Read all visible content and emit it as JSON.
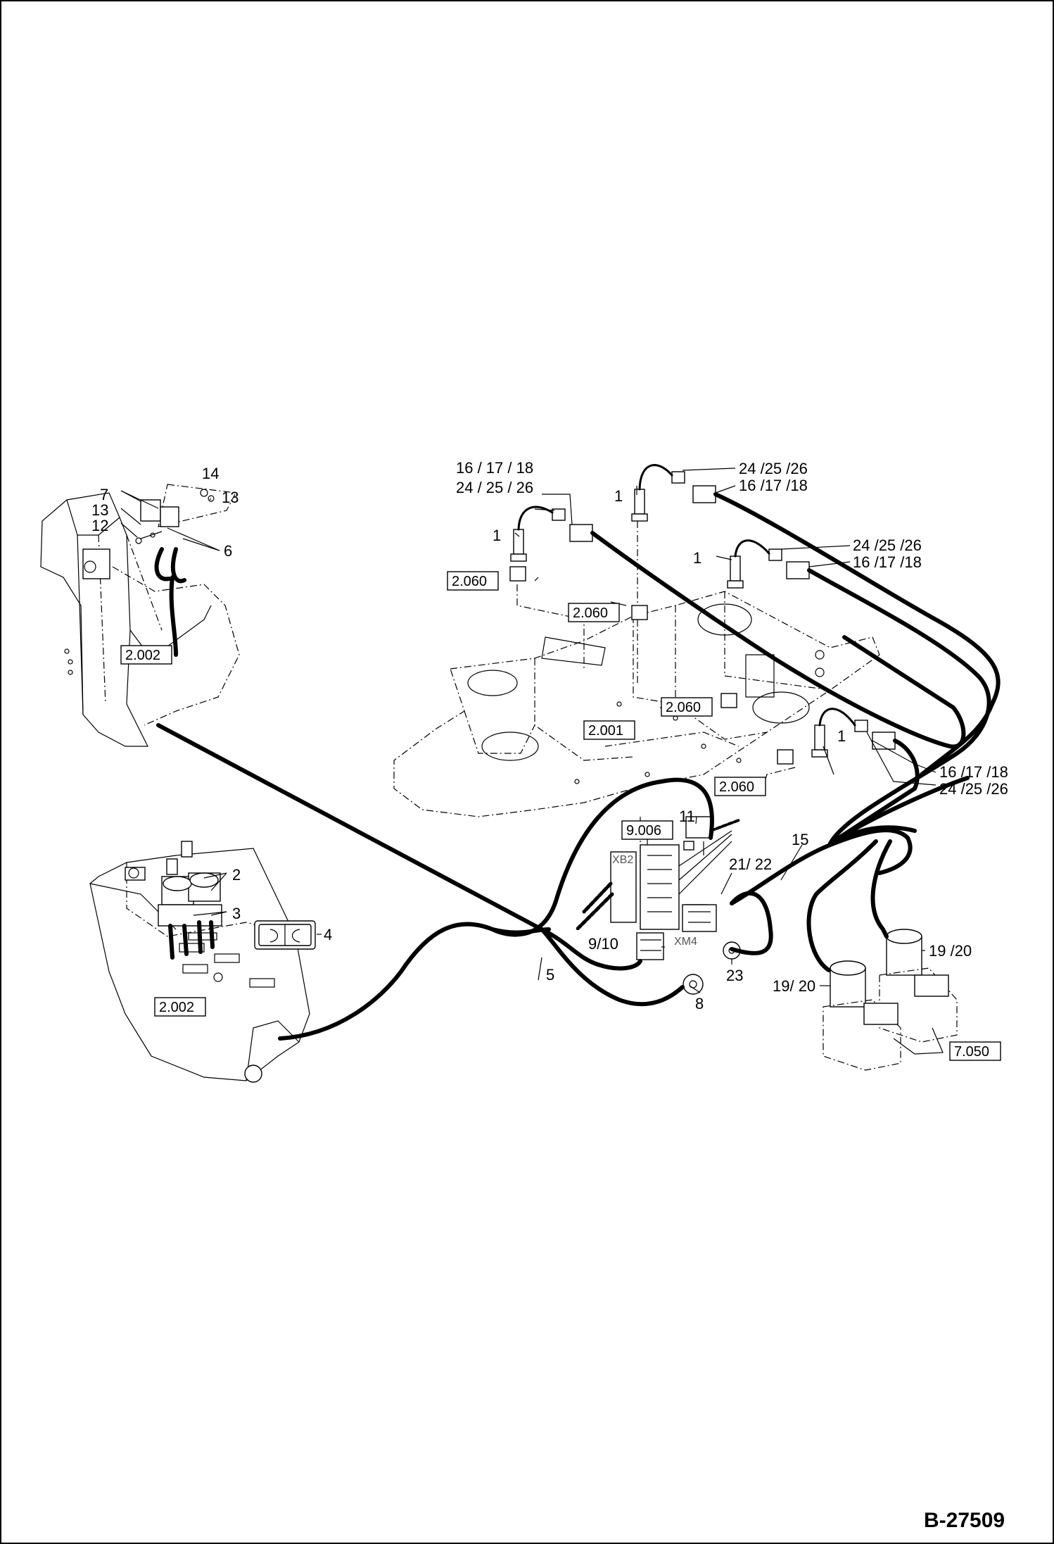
{
  "doc_id": "B-27509",
  "callouts": {
    "c1a": "1",
    "c1b": "1",
    "c1c": "1",
    "c1d": "1",
    "c2": "2",
    "c3": "3",
    "c4": "4",
    "c5": "5",
    "c6": "6",
    "c7": "7",
    "c8": "8",
    "c9_10": "9/10",
    "c11": "11",
    "c12": "12",
    "c13a": "13",
    "c13b": "13",
    "c14": "14",
    "c15": "15",
    "c16a": "16 / 17 / 18",
    "c16b": "16 /17 /18",
    "c16c": "16 /17 /18",
    "c16d": "16 /17 /18",
    "c19a": "19 /20",
    "c19b": "19/ 20",
    "c21_22": "21/ 22",
    "c23": "23",
    "c24a": "24 / 25 / 26",
    "c24b": "24 /25 /26",
    "c24c": "24 /25 /26",
    "c24d": "24 /25 /26"
  },
  "refs": {
    "r2002a": "2.002",
    "r2002b": "2.002",
    "r2060a": "2.060",
    "r2060b": "2.060",
    "r2060c": "2.060",
    "r2060d": "2.060",
    "r2001": "2.001",
    "r9006": "9.006",
    "r7050": "7.050"
  },
  "connectors": {
    "xb2": "XB2",
    "xm4": "XM4"
  }
}
